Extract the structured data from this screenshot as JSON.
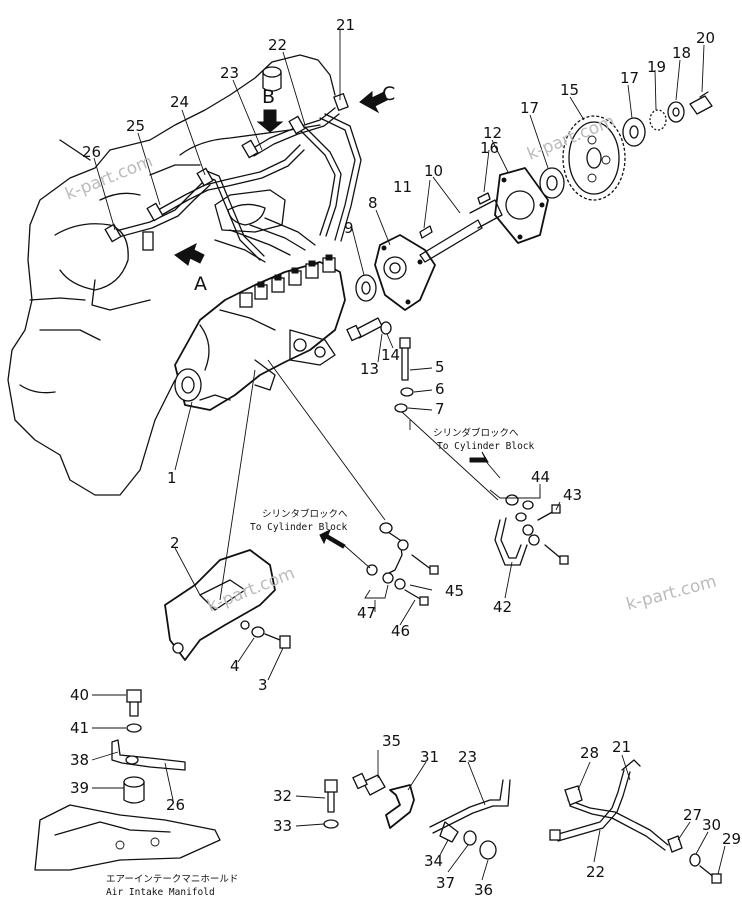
{
  "watermark": "k-part.com",
  "view_letters": {
    "a": "A",
    "b": "B",
    "c": "C"
  },
  "notes": {
    "cyl_block_1_jp": "シリンダブロックへ",
    "cyl_block_1_en": "To Cylinder Block",
    "cyl_block_2_jp": "シリンタブロックへ",
    "cyl_block_2_en": "To Cylinder Block",
    "manifold_jp": "エアーインテークマニホールド",
    "manifold_en": "Air Intake Manifold"
  },
  "callouts": [
    "21",
    "22",
    "23",
    "24",
    "25",
    "26",
    "20",
    "18",
    "19",
    "17",
    "15",
    "12",
    "17",
    "16",
    "10",
    "11",
    "8",
    "9",
    "13",
    "14",
    "5",
    "6",
    "7",
    "1",
    "44",
    "43",
    "42",
    "2",
    "47",
    "45",
    "46",
    "4",
    "3",
    "40",
    "41",
    "38",
    "39",
    "26",
    "35",
    "31",
    "23",
    "32",
    "33",
    "34",
    "37",
    "36",
    "28",
    "21",
    "27",
    "30",
    "29",
    "22"
  ]
}
